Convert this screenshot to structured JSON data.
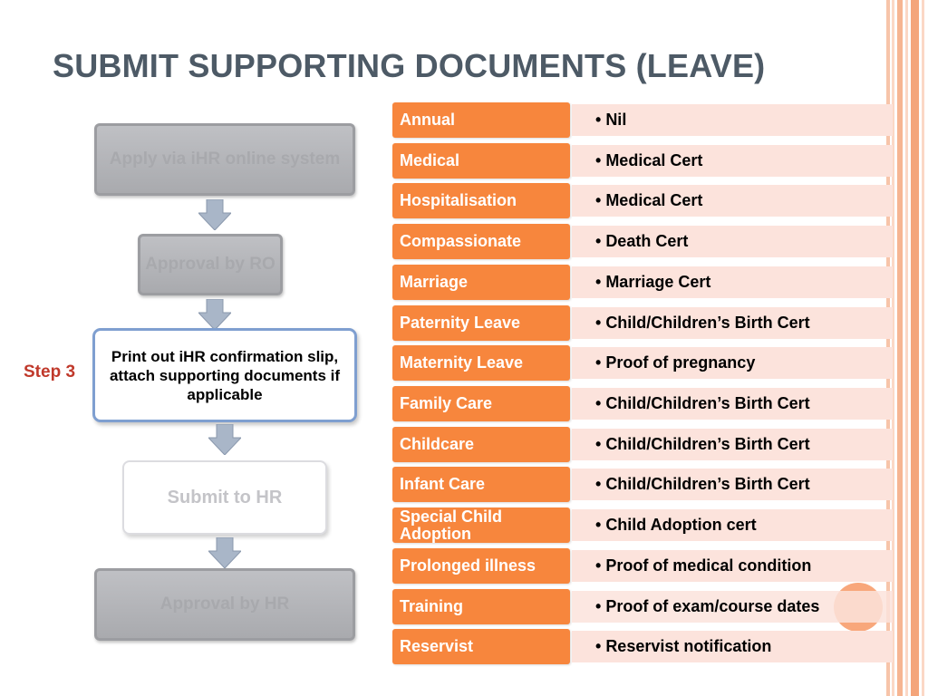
{
  "title": "SUBMIT SUPPORTING DOCUMENTS (LEAVE)",
  "step_label": "Step 3",
  "flow": {
    "apply": "Apply via iHR online system",
    "approval_ro": "Approval by RO",
    "print": "Print out iHR confirmation slip, attach supporting documents if applicable",
    "submit": "Submit to HR",
    "approval_hr": "Approval by HR"
  },
  "colors": {
    "category_bg": "#f7863d",
    "document_bg": "#fce3dc",
    "step_label": "#c0392b",
    "title": "#4d5a66"
  },
  "leave_types": [
    {
      "category": "Annual",
      "document": "Nil"
    },
    {
      "category": "Medical",
      "document": "Medical Cert"
    },
    {
      "category": "Hospitalisation",
      "document": "Medical Cert"
    },
    {
      "category": "Compassionate",
      "document": "Death Cert"
    },
    {
      "category": "Marriage",
      "document": "Marriage Cert"
    },
    {
      "category": "Paternity Leave",
      "document": "Child/Children’s Birth Cert"
    },
    {
      "category": "Maternity Leave",
      "document": "Proof of pregnancy"
    },
    {
      "category": "Family Care",
      "document": "Child/Children’s Birth Cert"
    },
    {
      "category": "Childcare",
      "document": "Child/Children’s Birth Cert"
    },
    {
      "category": "Infant Care",
      "document": "Child/Children’s Birth Cert"
    },
    {
      "category": "Special Child Adoption",
      "document": "Child Adoption cert"
    },
    {
      "category": "Prolonged illness",
      "document": "Proof of medical condition"
    },
    {
      "category": "Training",
      "document": "Proof of exam/course dates"
    },
    {
      "category": "Reservist",
      "document": "Reservist notification"
    }
  ]
}
